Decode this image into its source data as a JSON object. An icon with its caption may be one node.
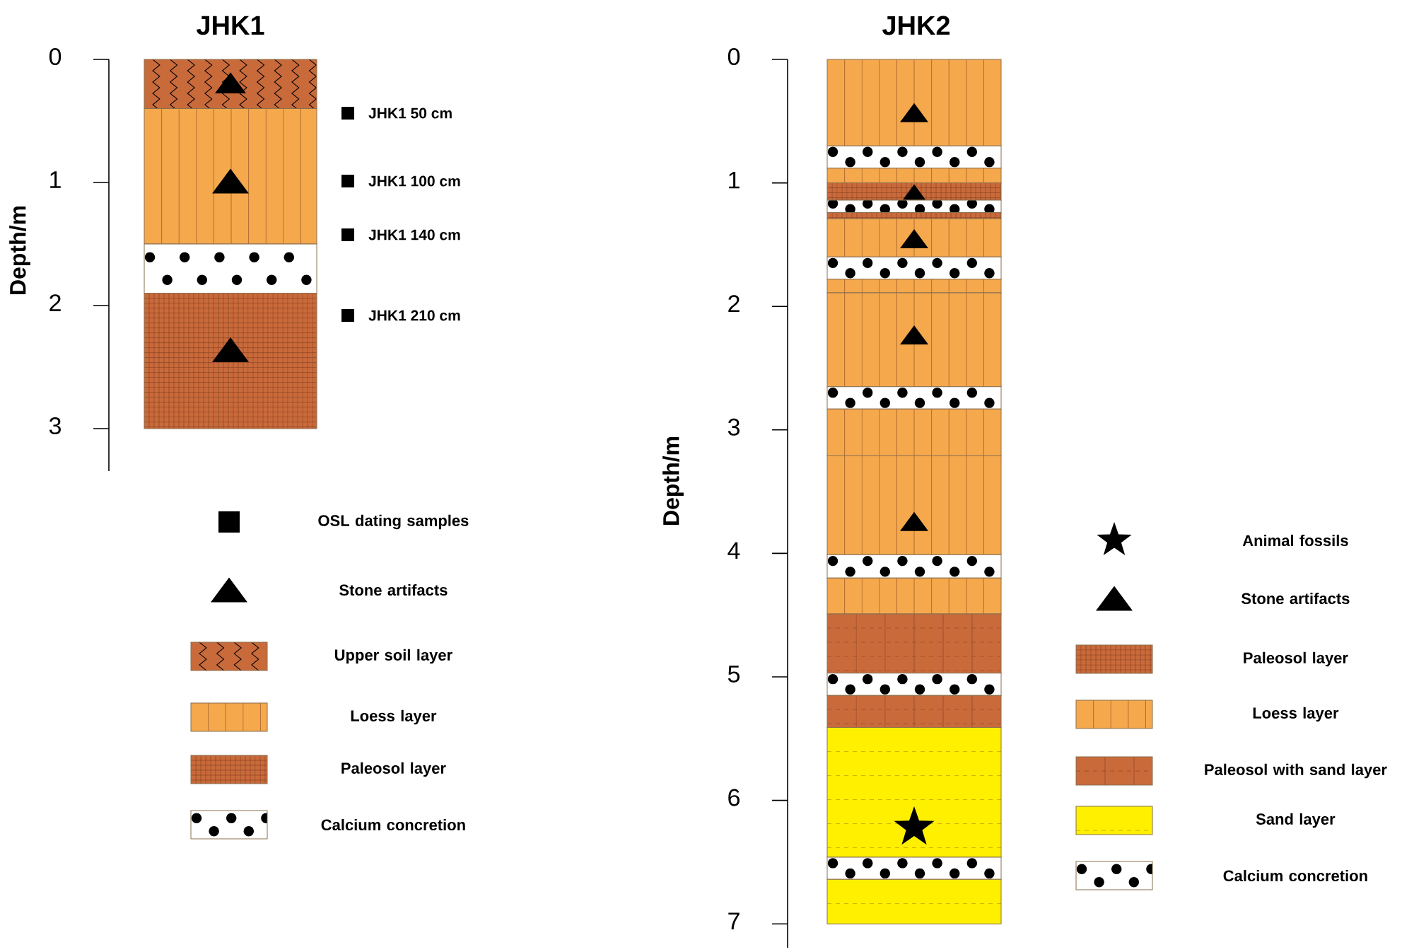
{
  "diagram": {
    "labels": [
      "JHK1",
      "Depth/m",
      "0",
      "1",
      "2",
      "3",
      "JHK1 50 cm",
      "JHK1 100 cm",
      "JHK1 140 cm",
      "JHK1 210 cm",
      "JHK2",
      "Depth/m",
      "0",
      "1",
      "2",
      "3",
      "4",
      "5",
      "6",
      "7"
    ],
    "legend": [
      {
        "text": "OSL dating samples"
      },
      {
        "text": "Stone artifacts"
      },
      {
        "text": "Upper soil layer"
      },
      {
        "text": "Loess layer"
      },
      {
        "text": "Paleosol layer"
      },
      {
        "text": "Calcium concretion"
      },
      {
        "text": "Animal fossils"
      },
      {
        "text": "Stone artifacts"
      },
      {
        "text": "Paleosol layer"
      },
      {
        "text": "Loess layer"
      },
      {
        "text": "Paleosol with sand layer"
      },
      {
        "text": "Sand layer"
      },
      {
        "text": "Calcium concretion"
      }
    ]
  }
}
